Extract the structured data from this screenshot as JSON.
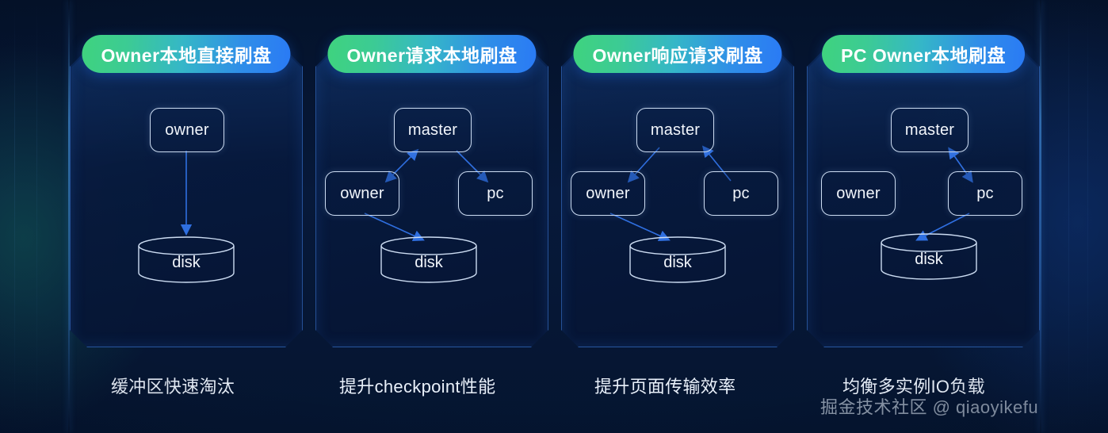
{
  "meta": {
    "accent_green": "#3fd37e",
    "accent_blue": "#2a7af5",
    "arrow_color": "#2f6fe0",
    "node_border": "#ccdcf2",
    "background": "#061733"
  },
  "panels": [
    {
      "id": "panel-1",
      "title": "Owner本地直接刷盘",
      "caption": "缓冲区快速淘汰",
      "nodes": [
        {
          "name": "owner-node",
          "label": "owner"
        },
        {
          "name": "disk-node",
          "label": "disk"
        }
      ],
      "edges": [
        {
          "from": "owner",
          "to": "disk",
          "direction": "one-way"
        }
      ]
    },
    {
      "id": "panel-2",
      "title": "Owner请求本地刷盘",
      "caption": "提升checkpoint性能",
      "nodes": [
        {
          "name": "master-node",
          "label": "master"
        },
        {
          "name": "owner-node",
          "label": "owner"
        },
        {
          "name": "pc-node",
          "label": "pc"
        },
        {
          "name": "disk-node",
          "label": "disk"
        }
      ],
      "edges": [
        {
          "from": "master",
          "to": "owner",
          "direction": "two-way"
        },
        {
          "from": "master",
          "to": "pc",
          "direction": "one-way"
        },
        {
          "from": "owner",
          "to": "disk",
          "direction": "one-way"
        }
      ]
    },
    {
      "id": "panel-3",
      "title": "Owner响应请求刷盘",
      "caption": "提升页面传输效率",
      "nodes": [
        {
          "name": "master-node",
          "label": "master"
        },
        {
          "name": "owner-node",
          "label": "owner"
        },
        {
          "name": "pc-node",
          "label": "pc"
        },
        {
          "name": "disk-node",
          "label": "disk"
        }
      ],
      "edges": [
        {
          "from": "master",
          "to": "owner",
          "direction": "one-way"
        },
        {
          "from": "pc",
          "to": "master",
          "direction": "one-way"
        },
        {
          "from": "owner",
          "to": "disk",
          "direction": "one-way"
        }
      ]
    },
    {
      "id": "panel-4",
      "title": "PC Owner本地刷盘",
      "caption": "均衡多实例IO负载",
      "nodes": [
        {
          "name": "master-node",
          "label": "master"
        },
        {
          "name": "owner-node",
          "label": "owner"
        },
        {
          "name": "pc-node",
          "label": "pc"
        },
        {
          "name": "disk-node",
          "label": "disk"
        }
      ],
      "edges": [
        {
          "from": "master",
          "to": "pc",
          "direction": "two-way"
        },
        {
          "from": "pc",
          "to": "disk",
          "direction": "one-way"
        }
      ]
    }
  ],
  "watermark": "掘金技术社区 @ qiaoyikefu"
}
